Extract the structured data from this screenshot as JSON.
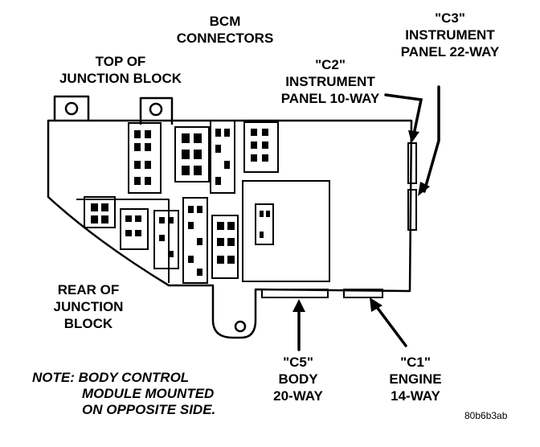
{
  "labels": {
    "bcm_connectors": [
      "BCM",
      "CONNECTORS"
    ],
    "top_of_junction_block": [
      "TOP OF",
      "JUNCTION BLOCK"
    ],
    "c3": [
      "\"C3\"",
      "INSTRUMENT",
      "PANEL 22-WAY"
    ],
    "c2": [
      "\"C2\"",
      "INSTRUMENT",
      "PANEL 10-WAY"
    ],
    "rear_of_junction_block": [
      "REAR OF",
      "JUNCTION",
      "BLOCK"
    ],
    "c5": [
      "\"C5\"",
      "BODY",
      "20-WAY"
    ],
    "c1": [
      "\"C1\"",
      "ENGINE",
      "14-WAY"
    ]
  },
  "note": [
    "NOTE: BODY CONTROL",
    "MODULE MOUNTED",
    "ON OPPOSITE SIDE."
  ],
  "figure_id": "80b6b3ab",
  "colors": {
    "ink": "#000000",
    "paper": "#ffffff"
  }
}
